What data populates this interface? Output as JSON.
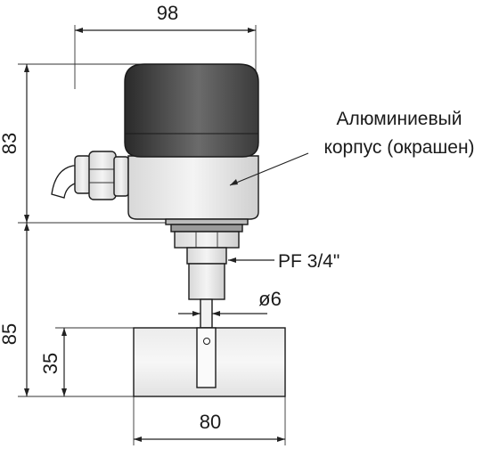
{
  "dimensions": {
    "top_width": "98",
    "housing_height": "83",
    "lower_height": "85",
    "paddle_height": "35",
    "bottom_width": "80",
    "shaft_diameter": "ø6"
  },
  "labels": {
    "housing_line1": "Алюминиевый",
    "housing_line2": "корпус (окрашен)",
    "thread": "PF 3/4\""
  }
}
